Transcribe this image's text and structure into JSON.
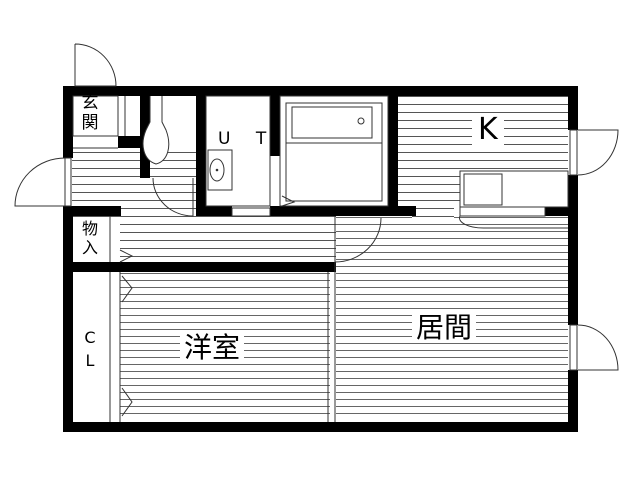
{
  "floor_plan": {
    "rooms": {
      "kitchen": {
        "label": "K"
      },
      "utility": {
        "label": "U T"
      },
      "entrance": {
        "label": "玄\n関"
      },
      "storage": {
        "label": "物\n入"
      },
      "closet": {
        "label": "C\nL"
      },
      "western_room": {
        "label": "洋室"
      },
      "living_room": {
        "label": "居間"
      }
    },
    "watermark": "",
    "colors": {
      "wall": "#000000",
      "floor_lines": "#555555",
      "background": "#ffffff"
    }
  }
}
